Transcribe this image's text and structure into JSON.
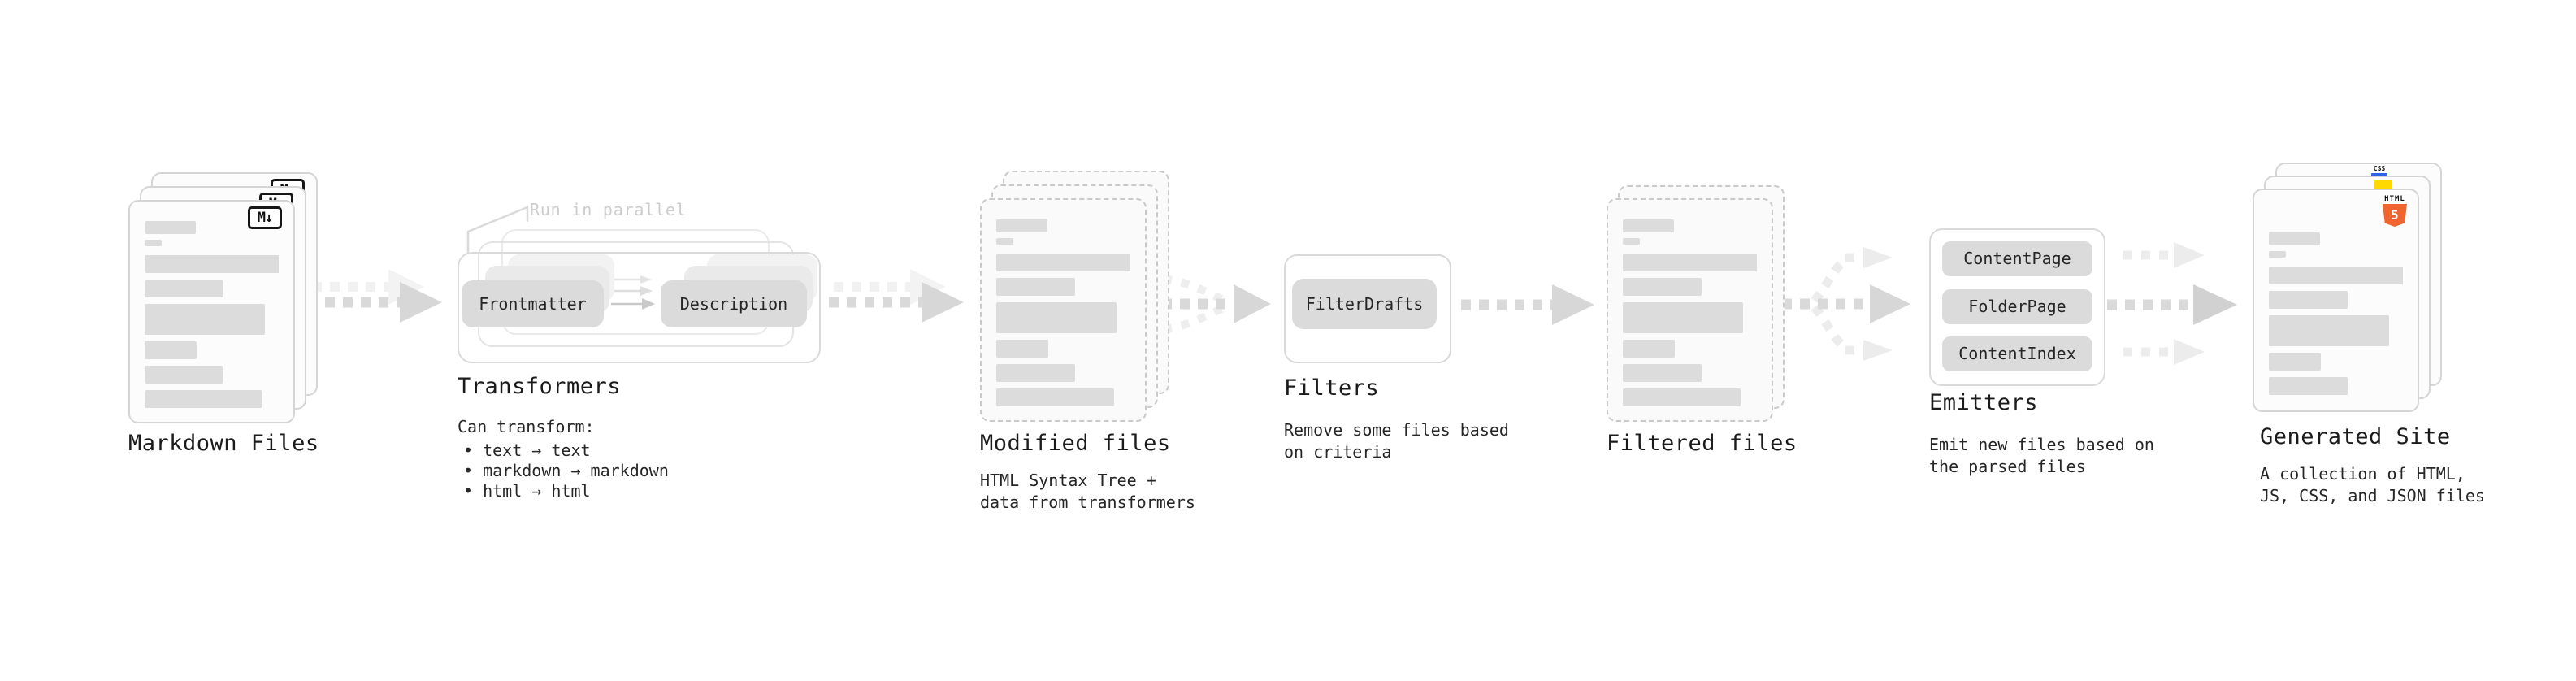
{
  "colors": {
    "html5_orange": "#f0652f",
    "js_yellow": "#ffd900",
    "css_blue": "#2b62e9",
    "accent_gray": "#d9d9d9"
  },
  "stages": {
    "markdown": {
      "label": "Markdown Files",
      "badge": "M↓"
    },
    "transformers": {
      "label": "Transformers",
      "annotation": "Run in parallel",
      "pills": [
        "Frontmatter",
        "Description"
      ],
      "note_title": "Can transform:",
      "bullets": [
        "• text → text",
        "• markdown → markdown",
        "• html → html"
      ]
    },
    "modified": {
      "label": "Modified files",
      "description": "HTML Syntax Tree +\ndata from transformers"
    },
    "filters": {
      "label": "Filters",
      "pill": "FilterDrafts",
      "description": "Remove some files based\non criteria"
    },
    "filtered": {
      "label": "Filtered files"
    },
    "emitters": {
      "label": "Emitters",
      "pills": [
        "ContentPage",
        "FolderPage",
        "ContentIndex"
      ],
      "description": "Emit new files based on\nthe parsed files"
    },
    "generated": {
      "label": "Generated Site",
      "description": "A collection of HTML,\nJS, CSS, and JSON files",
      "badges": {
        "html_word": "HTML",
        "html_number": "5",
        "css": "CSS"
      }
    }
  }
}
